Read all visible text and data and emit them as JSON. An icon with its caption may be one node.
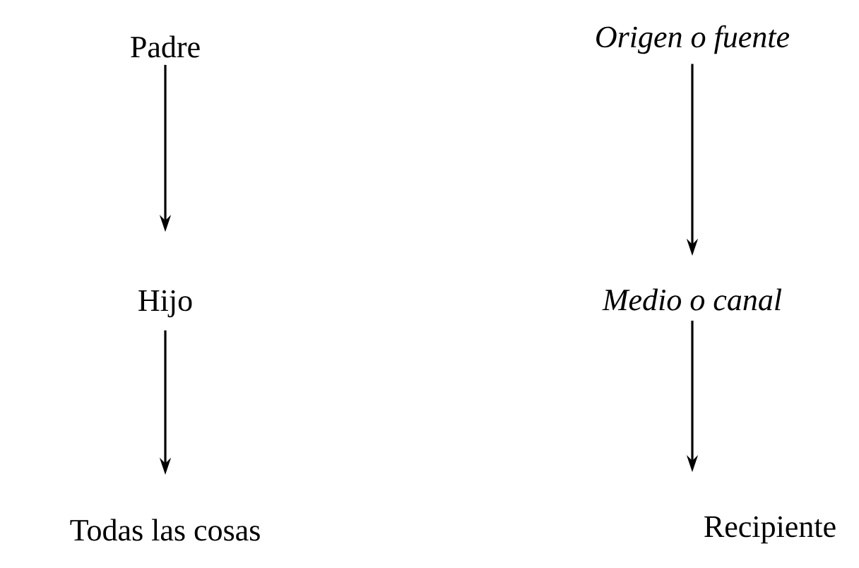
{
  "diagram": {
    "nodes": [
      {
        "text": [
          "Padre"
        ]
      },
      {
        "text": [
          "Hijo"
        ]
      },
      {
        "text": [
          "Todas las cosas"
        ]
      },
      {
        "text": [
          "Origen o fuente"
        ]
      },
      {
        "text": [
          "Medio o canal"
        ]
      },
      {
        "text": [
          "Recipiente"
        ]
      }
    ],
    "edges": [
      {
        "from": 0,
        "to": 1,
        "arrow": "to"
      },
      {
        "from": 1,
        "to": 2,
        "arrow": "to"
      },
      {
        "from": 3,
        "to": 4,
        "arrow": "to"
      },
      {
        "from": 4,
        "to": 5,
        "arrow": "to"
      }
    ]
  }
}
